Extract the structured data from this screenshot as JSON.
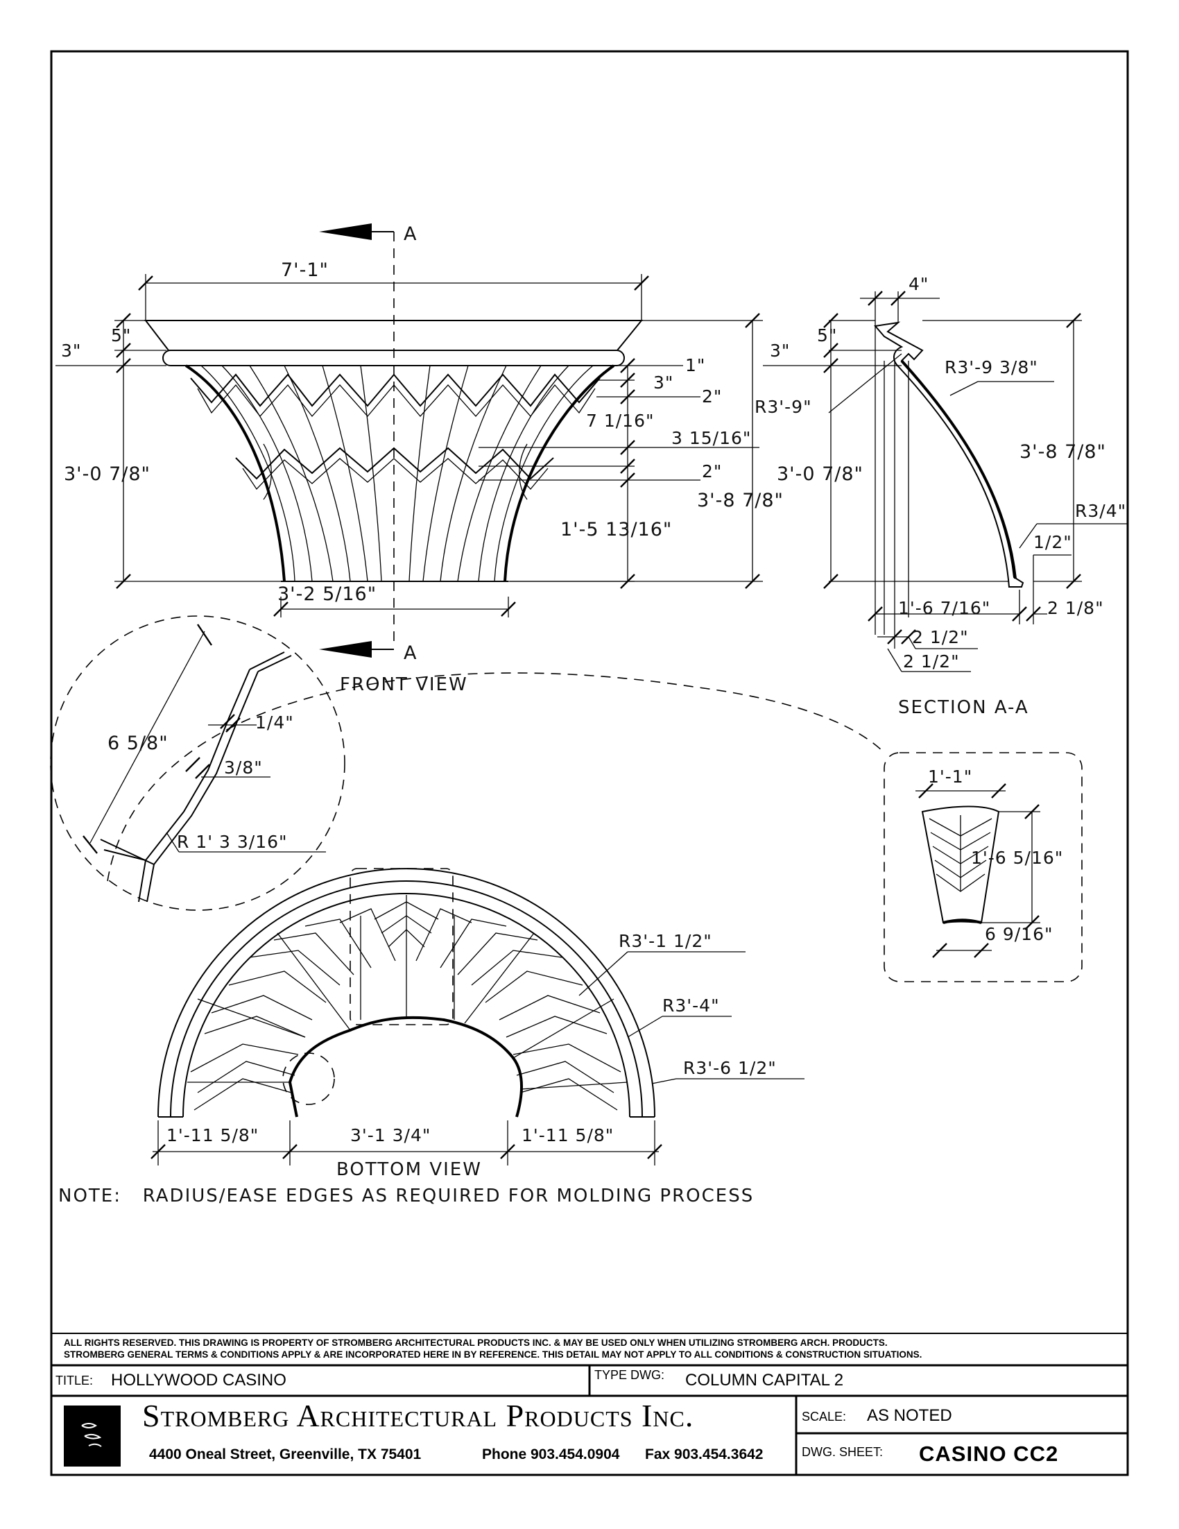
{
  "front_view": {
    "label": "FRONT VIEW",
    "dim_top_width": "7'-1\"",
    "dim_5": "5\"",
    "dim_3": "3\"",
    "dim_height_left": "3'-0 7/8\"",
    "dim_bottom_width": "3'-2 5/16\"",
    "dim_1": "1\"",
    "dim_3b": "3\"",
    "dim_2a": "2\"",
    "dim_7_1_16": "7 1/16\"",
    "dim_3_15_16": "3 15/16\"",
    "dim_2b": "2\"",
    "dim_overall": "3'-8 7/8\"",
    "dim_lower": "1'-5 13/16\"",
    "section_mark": "A"
  },
  "section": {
    "label": "SECTION A-A",
    "dim_4": "4\"",
    "dim_5": "5\"",
    "dim_3": "3\"",
    "dim_r3_9": "R3'-9\"",
    "dim_r3_9_3_8": "R3'-9 3/8\"",
    "dim_height": "3'-0 7/8\"",
    "dim_overall": "3'-8 7/8\"",
    "dim_r3_4": "R3/4\"",
    "dim_1_2": "1/2\"",
    "dim_base": "1'-6 7/16\"",
    "dim_2_1_8": "2 1/8\"",
    "dim_2_1_2a": "2 1/2\"",
    "dim_2_1_2b": "2 1/2\""
  },
  "detail": {
    "dim_6_5_8": "6 5/8\"",
    "dim_1_4": "1/4\"",
    "dim_3_8": "3/8\"",
    "dim_radius": "R 1' 3 3/16\""
  },
  "leaf_detail": {
    "dim_top": "1'-1\"",
    "dim_height": "1'-6 5/16\"",
    "dim_bottom": "6 9/16\""
  },
  "bottom_view": {
    "label": "BOTTOM VIEW",
    "dim_r1": "R3'-1 1/2\"",
    "dim_r2": "R3'-4\"",
    "dim_r3": "R3'-6 1/2\"",
    "dim_left": "1'-11 5/8\"",
    "dim_center": "3'-1 3/4\"",
    "dim_right": "1'-11 5/8\""
  },
  "note": "NOTE:   RADIUS/EASE EDGES AS REQUIRED FOR MOLDING PROCESS",
  "title_block": {
    "disclaimer_1": "ALL RIGHTS RESERVED. THIS DRAWING IS PROPERTY OF STROMBERG ARCHITECTURAL PRODUCTS INC. & MAY BE USED ONLY WHEN UTILIZING STROMBERG ARCH. PRODUCTS.",
    "disclaimer_2": "STROMBERG GENERAL TERMS & CONDITIONS APPLY & ARE INCORPORATED HERE IN BY REFERENCE. THIS DETAIL MAY NOT APPLY TO ALL CONDITIONS & CONSTRUCTION SITUATIONS.",
    "title_label": "TITLE:",
    "title_value": "HOLLYWOOD CASINO",
    "type_label": "TYPE DWG:",
    "type_value": "COLUMN CAPITAL 2",
    "company": "Stromberg Architectural Products Inc.",
    "address": "4400 Oneal Street, Greenville, TX  75401",
    "phone": "Phone 903.454.0904",
    "fax": "Fax 903.454.3642",
    "scale_label": "SCALE:",
    "scale_value": "AS NOTED",
    "sheet_label": "DWG. SHEET:",
    "sheet_value": "CASINO CC2"
  }
}
